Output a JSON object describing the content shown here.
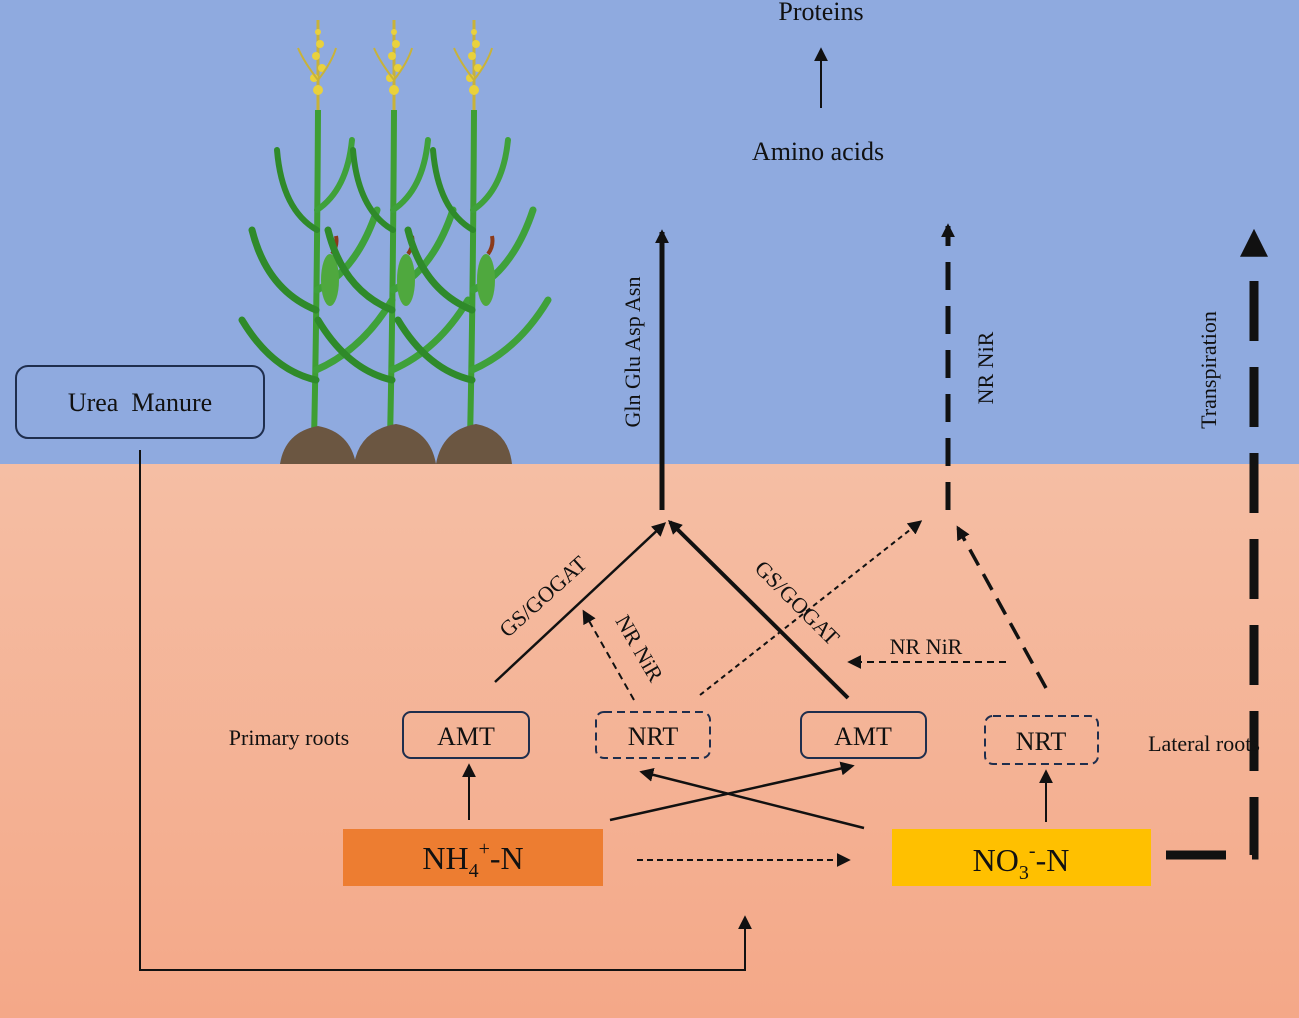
{
  "colors": {
    "sky": "#8FAADF",
    "soil_top": "#F5BEA4",
    "soil_bottom": "#F4A888",
    "ammonium_box": "#ED7D31",
    "nitrate_box": "#FFC000",
    "line": "#111111"
  },
  "top": {
    "proteins": "Proteins",
    "amino_acids": "Amino acids"
  },
  "fertilizer": {
    "label": "Urea  Manure"
  },
  "pathways": {
    "ammonium_up": "Gln Glu Asp Asn",
    "nitrate_up": "NR NiR",
    "transpiration": "Transpiration",
    "gs_left": "GS/GOGAT",
    "gs_right": "GS/GOGAT",
    "nr_left": "NR NiR",
    "nr_right": "NR NiR"
  },
  "roots": {
    "primary": "Primary roots",
    "lateral": "Lateral roots"
  },
  "transporters": {
    "amt1": "AMT",
    "nrt1": "NRT",
    "amt2": "AMT",
    "nrt2": "NRT"
  },
  "ions": {
    "ammonium": {
      "base": "NH",
      "sub": "4",
      "sup": "+",
      "suffix": "-N"
    },
    "nitrate": {
      "base": "NO",
      "sub": "3",
      "sup": "-",
      "suffix": "-N"
    }
  },
  "icons": {
    "plant": "maize-plant-icon",
    "soil_mound": "soil-mound-icon"
  }
}
